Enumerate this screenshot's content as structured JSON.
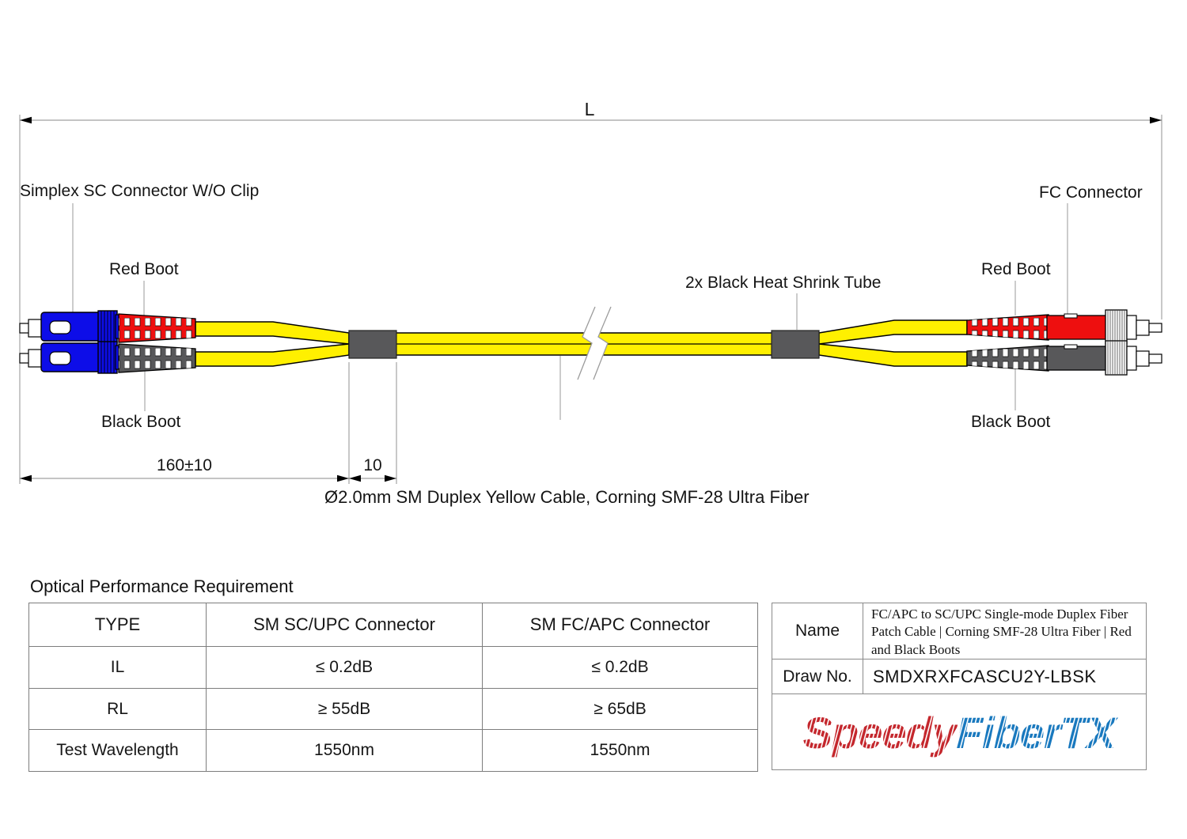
{
  "diagram": {
    "dim_l": "L",
    "dim_160": "160±10",
    "dim_10": "10",
    "labels": {
      "simplex_sc": "Simplex SC Connector W/O Clip",
      "red_boot_left": "Red Boot",
      "black_boot_left": "Black Boot",
      "heat_shrink": "2x Black Heat Shrink Tube",
      "fc_connector": "FC Connector",
      "red_boot_right": "Red Boot",
      "black_boot_right": "Black Boot",
      "cable_note": "Ø2.0mm SM Duplex Yellow Cable, Corning SMF-28 Ultra Fiber"
    },
    "colors": {
      "cable_yellow": "#FFF000",
      "connector_blue": "#0D0DE8",
      "boot_red": "#EE0F0F",
      "boot_black": "#58585A",
      "tube_gray": "#58585A"
    }
  },
  "performance_table": {
    "title": "Optical Performance Requirement",
    "headers": [
      "TYPE",
      "SM SC/UPC Connector",
      "SM FC/APC Connector"
    ],
    "rows": [
      {
        "type": "IL",
        "sc": "≤ 0.2dB",
        "fc": "≤ 0.2dB"
      },
      {
        "type": "RL",
        "sc": "≥ 55dB",
        "fc": "≥ 65dB"
      },
      {
        "type": "Test Wavelength",
        "sc": "1550nm",
        "fc": "1550nm"
      }
    ]
  },
  "title_block": {
    "name_label": "Name",
    "name_value": "FC/APC to SC/UPC Single-mode Duplex Fiber Patch Cable | Corning SMF-28 Ultra Fiber | Red and Black Boots",
    "draw_label": "Draw No.",
    "draw_value": "SMDXRXFCASCU2Y-LBSK",
    "logo": {
      "part1": "Speedy",
      "part2": "FiberTX",
      "color1": "#C4262C",
      "color2": "#1878BE"
    }
  }
}
